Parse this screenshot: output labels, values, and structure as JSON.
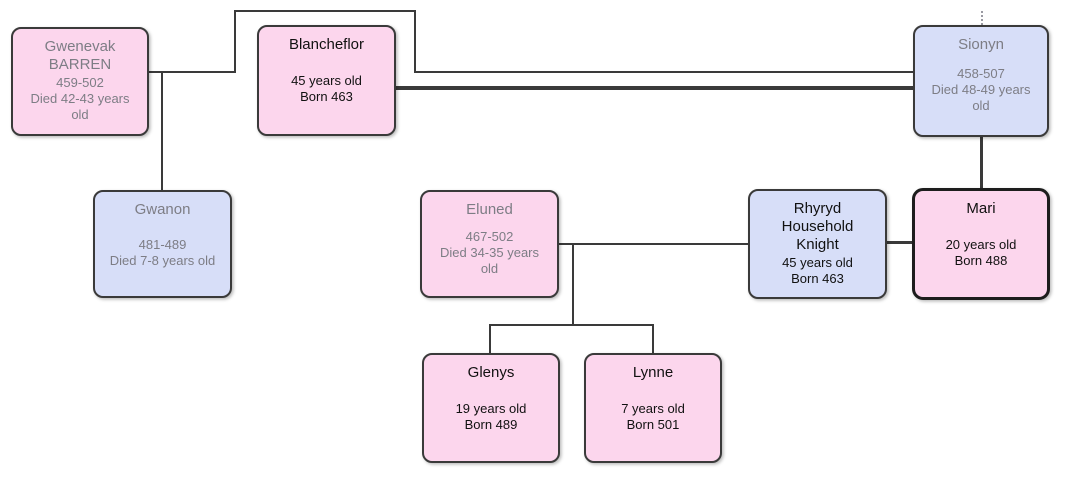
{
  "diagram_type": "family-tree",
  "colors": {
    "female": "#fcd6ed",
    "male": "#d7def8",
    "border": "#3a3a3a",
    "line": "#3a3a3a",
    "deceased_text": "#7d7d85",
    "living_text": "#111111",
    "background": "#ffffff"
  },
  "people": [
    {
      "id": "gwenevak",
      "name": "Gwenevak BARREN",
      "detail1": "459-502",
      "detail2": "Died 42-43 years old",
      "sex": "female",
      "deceased": true,
      "focused": false
    },
    {
      "id": "blancheflor",
      "name": "Blancheflor",
      "detail1": "45 years old",
      "detail2": "Born 463",
      "sex": "female",
      "deceased": false,
      "focused": false
    },
    {
      "id": "sionyn",
      "name": "Sionyn",
      "detail1": "458-507",
      "detail2": "Died 48-49 years old",
      "sex": "male",
      "deceased": true,
      "focused": false
    },
    {
      "id": "gwanon",
      "name": "Gwanon",
      "detail1": "481-489",
      "detail2": "Died 7-8 years old",
      "sex": "male",
      "deceased": true,
      "focused": false
    },
    {
      "id": "eluned",
      "name": "Eluned",
      "detail1": "467-502",
      "detail2": "Died 34-35 years old",
      "sex": "female",
      "deceased": true,
      "focused": false
    },
    {
      "id": "rhyryd",
      "name": "Rhyryd Household Knight",
      "detail1": "45 years old",
      "detail2": "Born 463",
      "sex": "male",
      "deceased": false,
      "focused": false
    },
    {
      "id": "mari",
      "name": "Mari",
      "detail1": "20 years old",
      "detail2": "Born 488",
      "sex": "female",
      "deceased": false,
      "focused": true
    },
    {
      "id": "glenys",
      "name": "Glenys",
      "detail1": "19 years old",
      "detail2": "Born 489",
      "sex": "female",
      "deceased": false,
      "focused": false
    },
    {
      "id": "lynne",
      "name": "Lynne",
      "detail1": "7 years old",
      "detail2": "Born 501",
      "sex": "female",
      "deceased": false,
      "focused": false
    }
  ]
}
